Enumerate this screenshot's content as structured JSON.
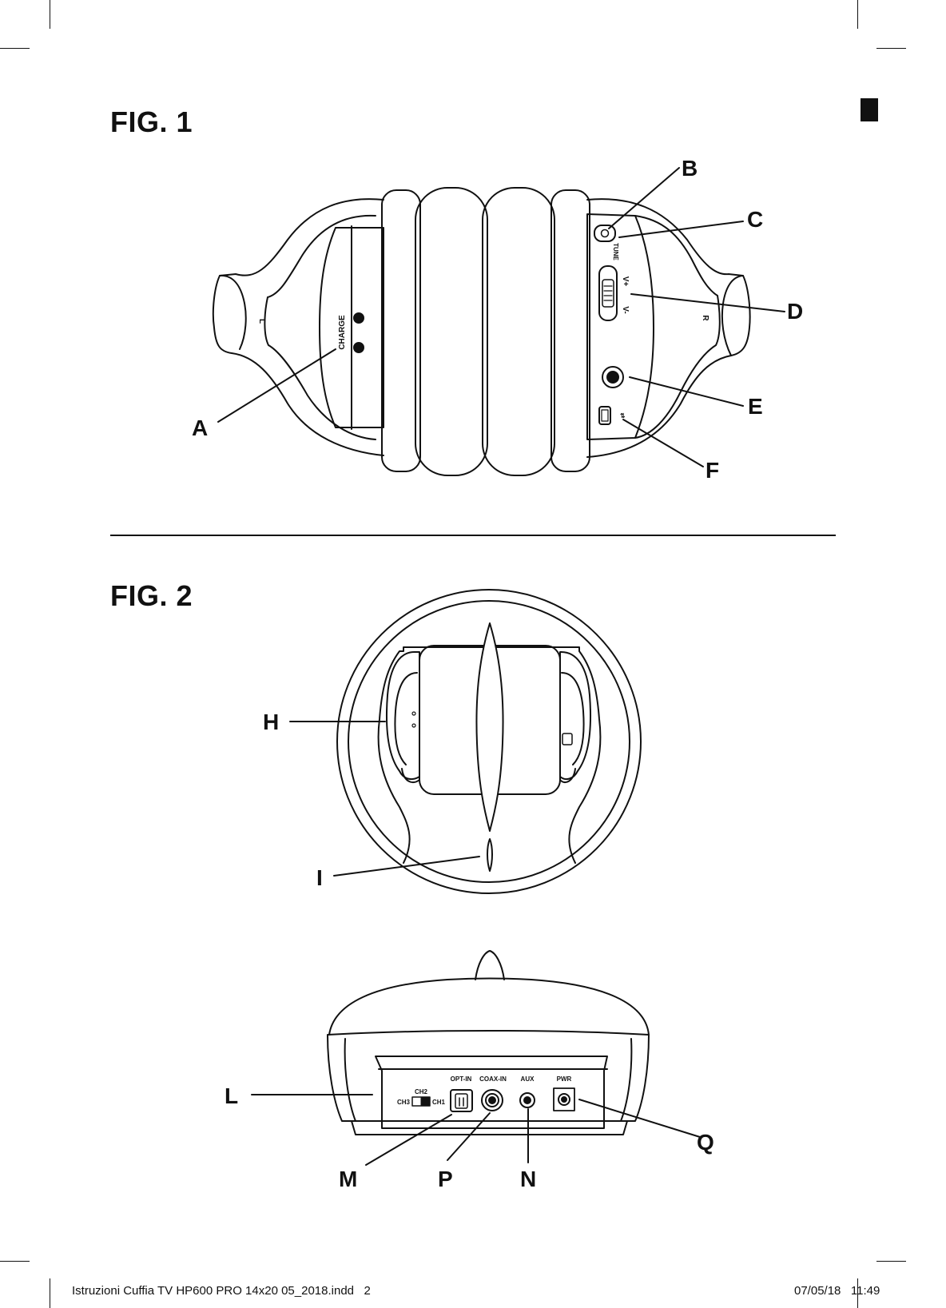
{
  "figures": {
    "fig1": {
      "title": "FIG. 1"
    },
    "fig2": {
      "title": "FIG. 2"
    }
  },
  "headphones": {
    "left_label": "L",
    "right_label": "R",
    "charge_label": "CHARGE",
    "tune_label": "TUNE",
    "vol_up_label": "V+",
    "vol_down_label": "V-"
  },
  "base_station": {
    "ch1_label": "CH1",
    "ch2_label": "CH2",
    "ch3_label": "CH3",
    "opt_in_label": "OPT-IN",
    "coax_in_label": "COAX-IN",
    "aux_label": "AUX",
    "pwr_label": "PWR"
  },
  "callouts": {
    "A": "A",
    "B": "B",
    "C": "C",
    "D": "D",
    "E": "E",
    "F": "F",
    "H": "H",
    "I": "I",
    "L": "L",
    "M": "M",
    "P": "P",
    "N": "N",
    "Q": "Q"
  },
  "footer": {
    "file": "Istruzioni Cuffia TV HP600 PRO 14x20 05_2018.indd",
    "page": "2",
    "date": "07/05/18",
    "time": "11:49"
  }
}
